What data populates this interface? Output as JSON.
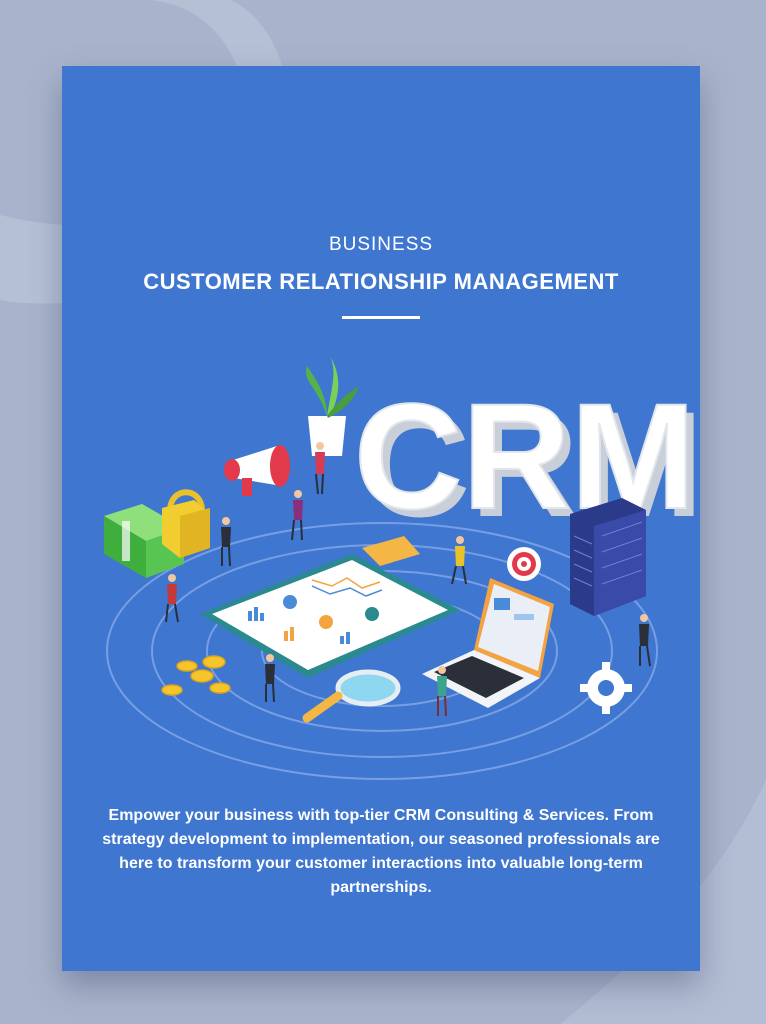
{
  "poster": {
    "eyebrow": "BUSINESS",
    "title": "CUSTOMER RELATIONSHIP MANAGEMENT",
    "logo_text": "CRM",
    "description": "Empower your business with top-tier CRM Consulting & Services. From strategy development to implementation, our seasoned professionals are here to transform your customer interactions into valuable long-term partnerships."
  },
  "colors": {
    "page_bg": "#a9b4cc",
    "poster_bg": "#3f76cf",
    "text": "#ffffff"
  }
}
